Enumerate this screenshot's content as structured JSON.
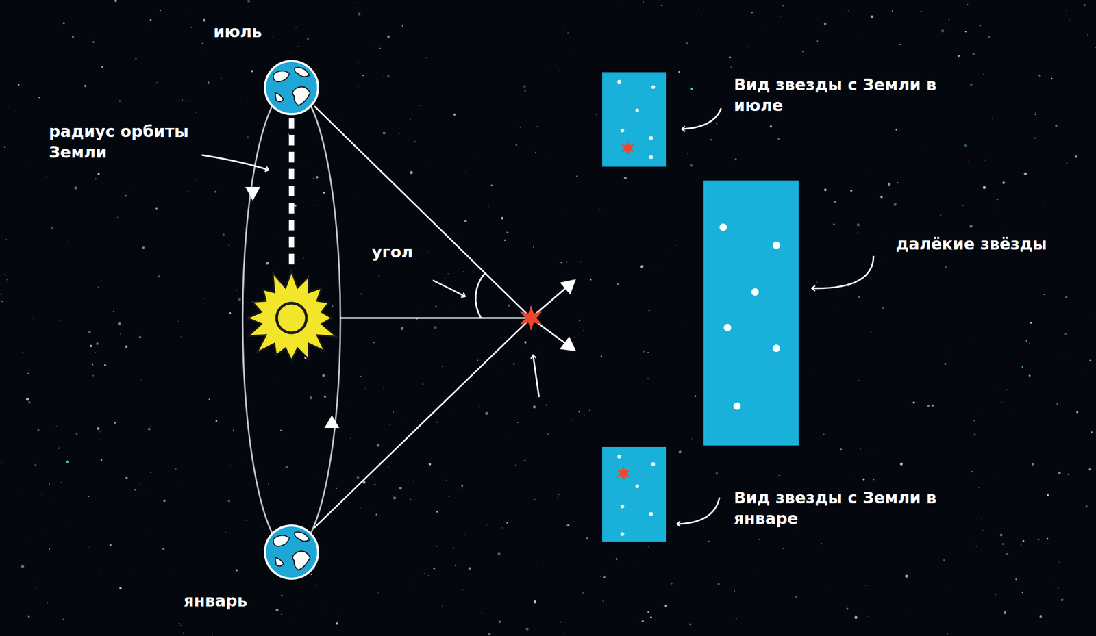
{
  "diagram": {
    "labels": [
      "июль",
      "радиус орбиты Земли",
      "угол",
      "январь",
      "Вид звезды с Земли в июле",
      "далёкие звёзды",
      "Вид звезды с Земли в январе"
    ]
  }
}
